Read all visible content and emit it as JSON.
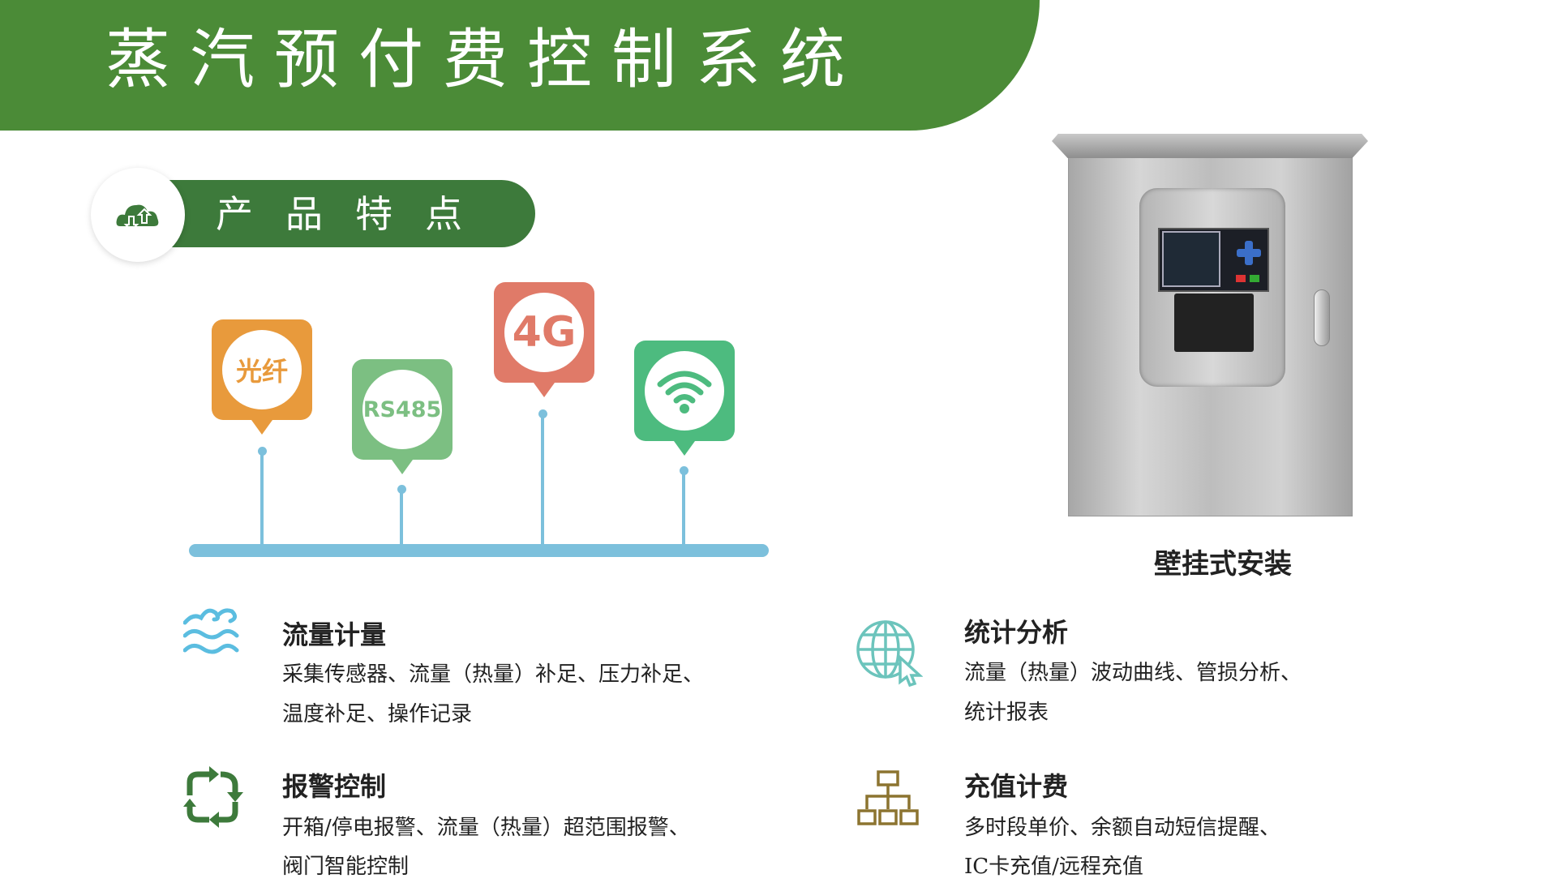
{
  "header": {
    "title": "蒸汽预付费控制系统"
  },
  "section": {
    "title": "产品特点",
    "icon": "cloud-upload-download-icon"
  },
  "channels": [
    {
      "label": "光纤",
      "color": "#e89a3c"
    },
    {
      "label": "RS485",
      "color": "#7cbf82"
    },
    {
      "label": "4G",
      "color": "#e07a68"
    },
    {
      "label": "wifi",
      "icon": "wifi-icon",
      "color": "#4dbb7f"
    }
  ],
  "product": {
    "caption": "壁挂式安装"
  },
  "features": [
    {
      "title": "流量计量",
      "lines": [
        "采集传感器、流量（热量）补足、压力补足、",
        "温度补足、操作记录"
      ],
      "icon": "water-waves-icon"
    },
    {
      "title": "统计分析",
      "lines": [
        "流量（热量）波动曲线、管损分析、",
        "统计报表"
      ],
      "icon": "globe-cursor-icon"
    },
    {
      "title": "报警控制",
      "lines": [
        "开箱/停电报警、流量（热量）超范围报警、",
        "阀门智能控制"
      ],
      "icon": "cycle-arrows-icon"
    },
    {
      "title": "充值计费",
      "lines": [
        "多时段单价、余额自动短信提醒、",
        "IC卡充值/远程充值"
      ],
      "icon": "org-chart-icon"
    }
  ],
  "colors": {
    "header": "#4b8b37",
    "pill": "#3d7a3b",
    "line": "#7cc0dc"
  }
}
